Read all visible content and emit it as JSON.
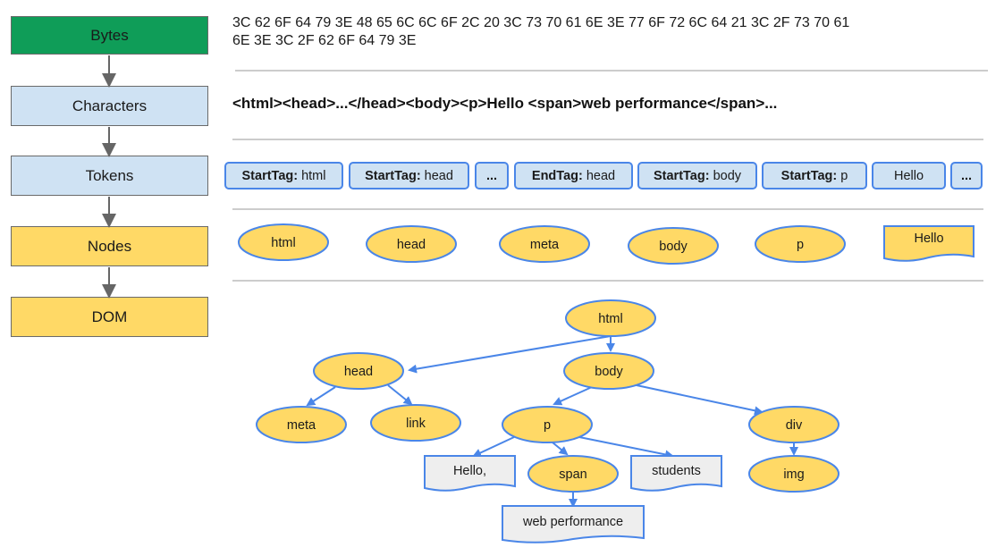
{
  "stages": [
    {
      "label": "Bytes",
      "color": "#0f9d58"
    },
    {
      "label": "Characters",
      "color": "#cfe2f3"
    },
    {
      "label": "Tokens",
      "color": "#cfe2f3"
    },
    {
      "label": "Nodes",
      "color": "#ffd966"
    },
    {
      "label": "DOM",
      "color": "#ffd966"
    }
  ],
  "bytes": {
    "line1": "3C 62 6F 64 79 3E 48 65 6C 6C 6F 2C 20 3C 73 70 61 6E 3E 77 6F 72 6C 64 21 3C 2F 73 70 61",
    "line2": "6E 3E 3C 2F 62 6F 64 79 3E"
  },
  "characters": {
    "text": "<html><head>...</head><body><p>Hello <span>web performance</span>..."
  },
  "tokens": [
    {
      "kind": "StartTag:",
      "value": "html"
    },
    {
      "kind": "StartTag:",
      "value": "head"
    },
    {
      "kind": "",
      "value": "..."
    },
    {
      "kind": "EndTag:",
      "value": "head"
    },
    {
      "kind": "StartTag:",
      "value": "body"
    },
    {
      "kind": "StartTag:",
      "value": "p"
    },
    {
      "kind": "",
      "value": "Hello"
    },
    {
      "kind": "",
      "value": "..."
    }
  ],
  "nodes": [
    {
      "label": "html",
      "shape": "ellipse"
    },
    {
      "label": "head",
      "shape": "ellipse"
    },
    {
      "label": "meta",
      "shape": "ellipse"
    },
    {
      "label": "body",
      "shape": "ellipse"
    },
    {
      "label": "p",
      "shape": "ellipse"
    },
    {
      "label": "Hello",
      "shape": "text"
    }
  ],
  "dom_tree": {
    "nodes": [
      {
        "id": "html",
        "label": "html",
        "shape": "ellipse"
      },
      {
        "id": "head",
        "label": "head",
        "shape": "ellipse"
      },
      {
        "id": "body",
        "label": "body",
        "shape": "ellipse"
      },
      {
        "id": "meta",
        "label": "meta",
        "shape": "ellipse"
      },
      {
        "id": "link",
        "label": "link",
        "shape": "ellipse"
      },
      {
        "id": "p",
        "label": "p",
        "shape": "ellipse"
      },
      {
        "id": "div",
        "label": "div",
        "shape": "ellipse"
      },
      {
        "id": "hello",
        "label": "Hello,",
        "shape": "text"
      },
      {
        "id": "span",
        "label": "span",
        "shape": "ellipse"
      },
      {
        "id": "students",
        "label": "students",
        "shape": "text"
      },
      {
        "id": "img",
        "label": "img",
        "shape": "ellipse"
      },
      {
        "id": "webperf",
        "label": "web performance",
        "shape": "text"
      }
    ],
    "edges": [
      [
        "html",
        "head"
      ],
      [
        "html",
        "body"
      ],
      [
        "head",
        "meta"
      ],
      [
        "head",
        "link"
      ],
      [
        "body",
        "p"
      ],
      [
        "body",
        "div"
      ],
      [
        "p",
        "hello"
      ],
      [
        "p",
        "span"
      ],
      [
        "p",
        "students"
      ],
      [
        "div",
        "img"
      ],
      [
        "span",
        "webperf"
      ]
    ]
  },
  "colors": {
    "node_fill": "#ffd966",
    "node_stroke": "#4a86e8",
    "text_node_fill": "#eeeeee",
    "token_fill": "#cfe2f3",
    "edge": "#4a86e8",
    "stage_arrow": "#666666"
  }
}
